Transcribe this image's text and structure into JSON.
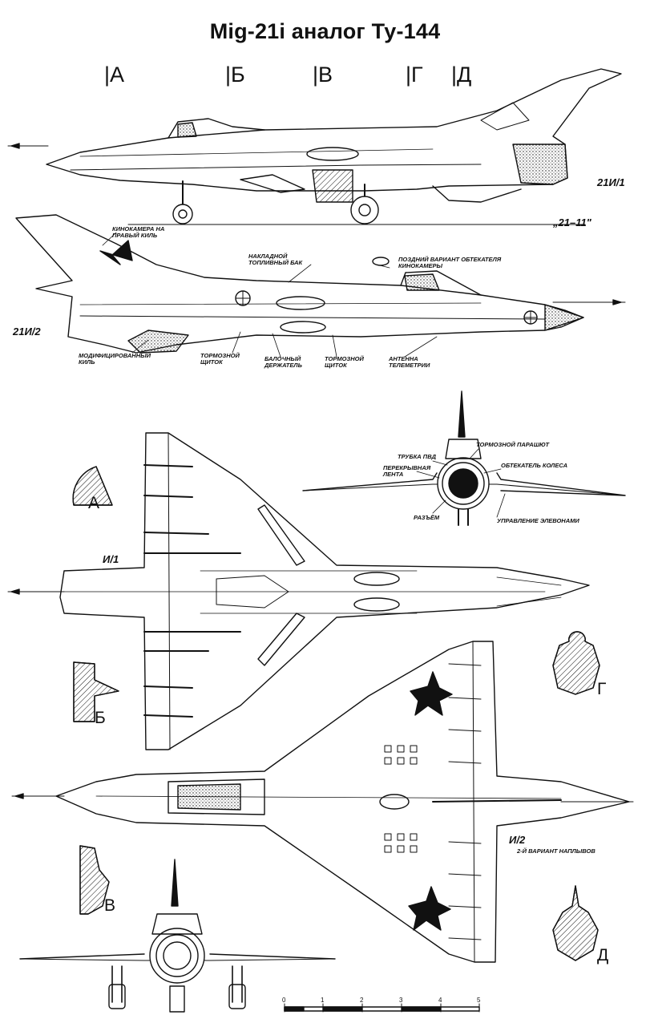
{
  "title": "Mig-21i аналог Ту-144",
  "section_marks": [
    "А",
    "Б",
    "В",
    "Г",
    "Д"
  ],
  "views": {
    "side_1": {
      "label": "21И/1",
      "sub_label": "„21–11\""
    },
    "side_2": {
      "label": "21И/2"
    },
    "plan_1": {
      "label": "И/1"
    },
    "plan_2": {
      "label": "И/2",
      "note": "2-й вариант наплывов"
    }
  },
  "annotations": {
    "camera": "Кинокамера на правый киль",
    "tank": "Накладной топливный бак",
    "late_fairing": "Поздний вариант обтекателя кинокамеры",
    "fin": "Модифицированный киль",
    "brake1": "Тормозной щиток",
    "beam": "Балочный держатель",
    "brake2": "Тормозной щиток",
    "antenna": "Антенна телеметрии",
    "parachute": "Тормозной парашют",
    "pitot": "Трубка ПВД",
    "fairing_wheel": "Обтекатель колеса",
    "cover": "Перекрывная лента",
    "connector": "Разъём",
    "ailerons": "Управление элевонами"
  },
  "cross_sections": [
    "А",
    "Б",
    "В",
    "Г",
    "Д"
  ],
  "scale": {
    "ticks": [
      "0",
      "1",
      "2",
      "3",
      "4",
      "5"
    ]
  }
}
